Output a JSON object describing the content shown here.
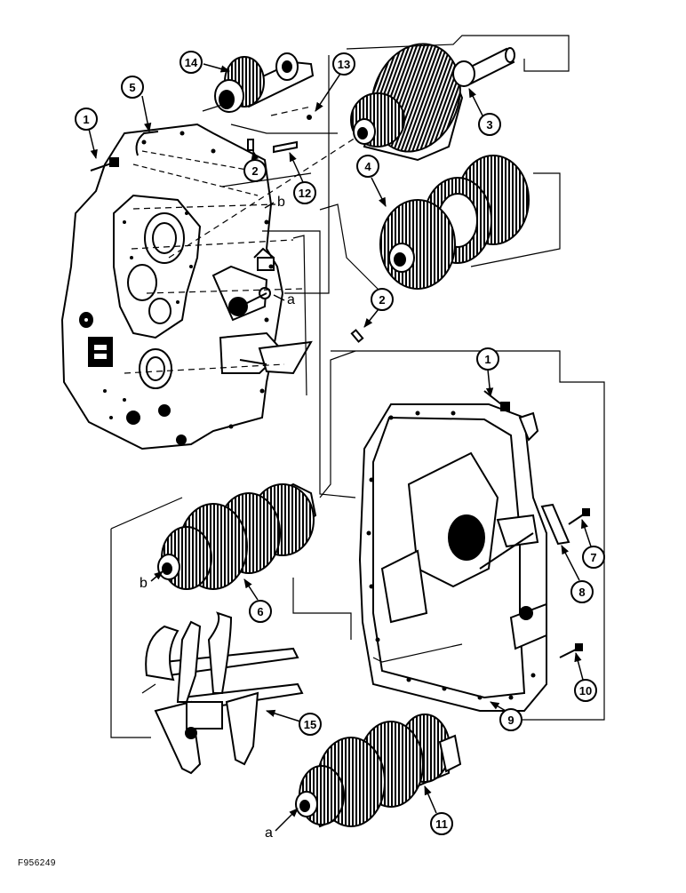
{
  "callouts": [
    "1",
    "2",
    "3",
    "4",
    "5",
    "6",
    "7",
    "8",
    "9",
    "10",
    "11",
    "12",
    "13",
    "14",
    "15"
  ],
  "letters": [
    "a",
    "b"
  ],
  "figure_id": "F956249",
  "colors": {
    "ink": "#000000",
    "paper": "#ffffff",
    "shade": "#1a1a1a"
  }
}
